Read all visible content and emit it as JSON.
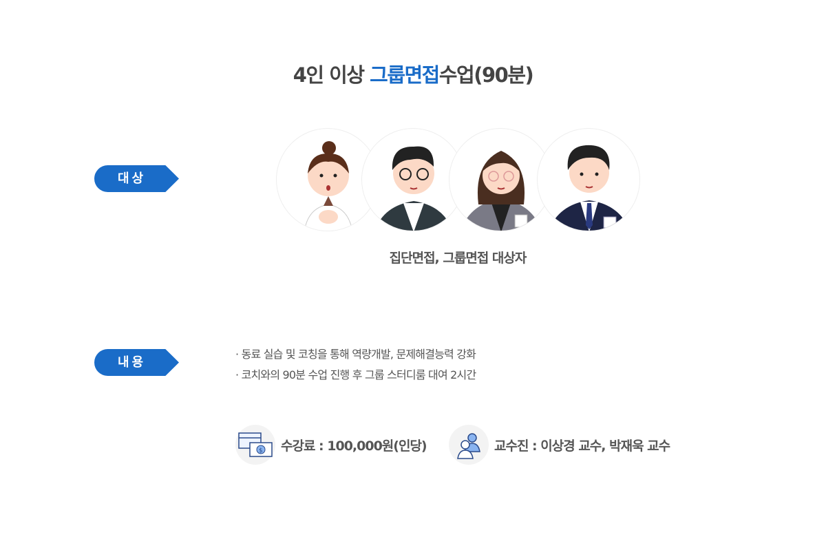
{
  "title": {
    "prefix": "4인 이상 ",
    "highlight": "그룹면접",
    "suffix": "수업(90분)"
  },
  "target": {
    "tag": "대상",
    "caption": "집단면접, 그룹면접 대상자"
  },
  "content": {
    "tag": "내용",
    "lines": [
      "· 동료 실습 및 코칭을 통해 역량개발, 문제해결능력 강화",
      "· 코치와의 90분 수업 진행 후 그룹 스터디룸 대여 2시간"
    ]
  },
  "fee": {
    "text": "수강료 : 100,000원(인당)",
    "icon": "money-icon"
  },
  "faculty": {
    "text": "교수진 : 이상경 교수, 박재욱 교수",
    "icon": "people-icon"
  },
  "colors": {
    "accent": "#1a6cc8"
  }
}
